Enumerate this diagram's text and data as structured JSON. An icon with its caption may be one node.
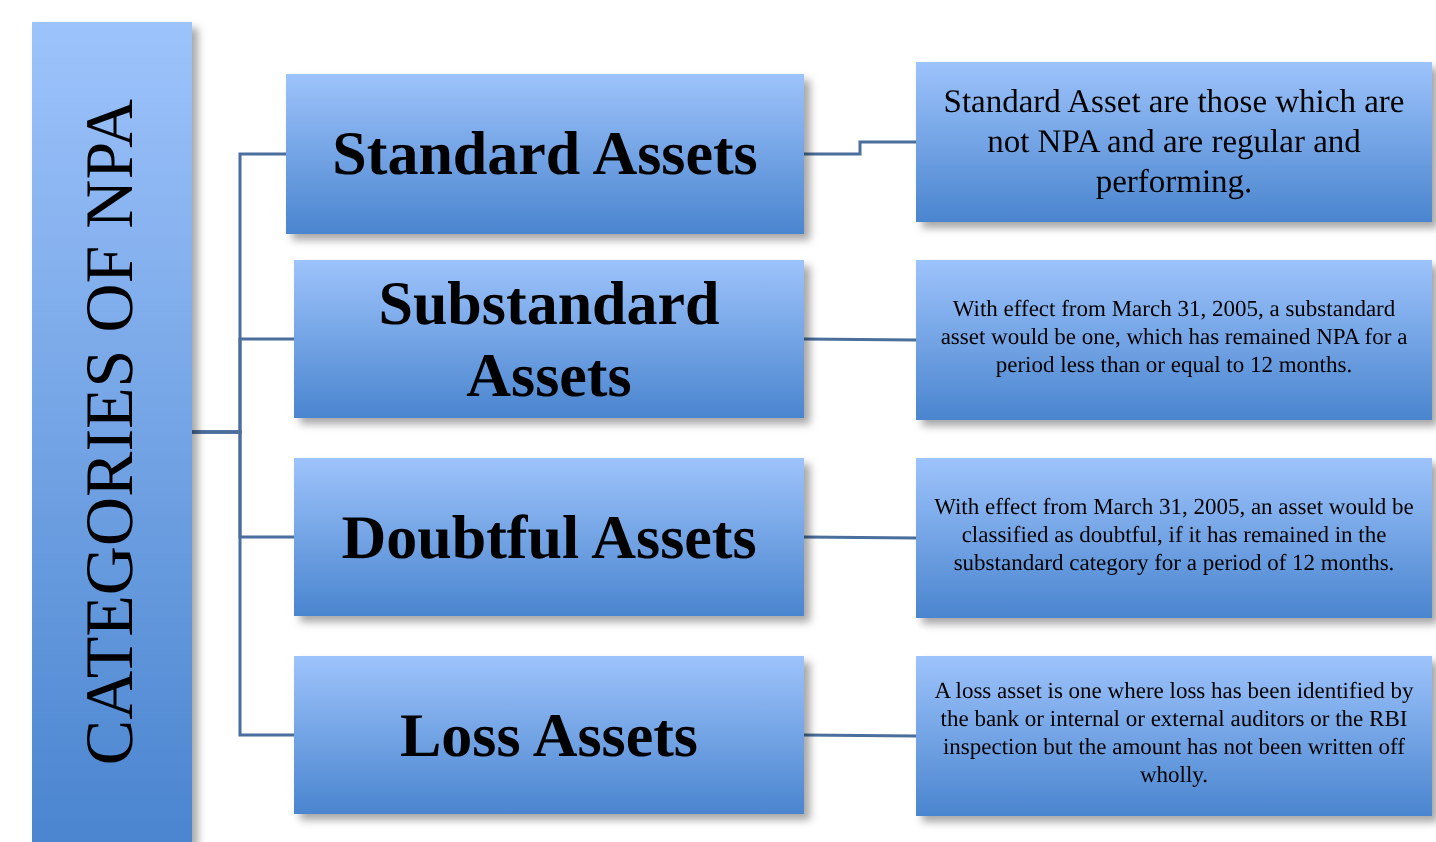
{
  "diagram": {
    "nodes": [
      {
        "text": [
          "CATEGORIES OF NPA"
        ]
      },
      {
        "text": [
          "Standard Assets"
        ]
      },
      {
        "text": [
          "Substandard Assets"
        ]
      },
      {
        "text": [
          "Doubtful Assets"
        ]
      },
      {
        "text": [
          "Loss Assets"
        ]
      },
      {
        "text": [
          "Standard Asset are those which are not NPA and are regular and  performing."
        ]
      },
      {
        "text": [
          "With effect from March 31, 2005, a substandard asset would be one, which has remained NPA for a period less than or equal to 12 months."
        ]
      },
      {
        "text": [
          "With effect from March 31, 2005, an asset would be classified as doubtful, if it has remained in the substandard category for a period of 12 months."
        ]
      },
      {
        "text": [
          "A loss asset is one where loss has been identified by the bank or internal or external auditors or the RBI inspection but the amount has not been written off wholly."
        ]
      }
    ],
    "edges": [
      {
        "from": 0,
        "to": 1,
        "arrow": "none"
      },
      {
        "from": 0,
        "to": 2,
        "arrow": "none"
      },
      {
        "from": 0,
        "to": 3,
        "arrow": "none"
      },
      {
        "from": 0,
        "to": 4,
        "arrow": "none"
      },
      {
        "from": 1,
        "to": 5,
        "arrow": "none"
      },
      {
        "from": 2,
        "to": 6,
        "arrow": "none"
      },
      {
        "from": 3,
        "to": 7,
        "arrow": "none"
      },
      {
        "from": 4,
        "to": 8,
        "arrow": "none"
      }
    ]
  }
}
